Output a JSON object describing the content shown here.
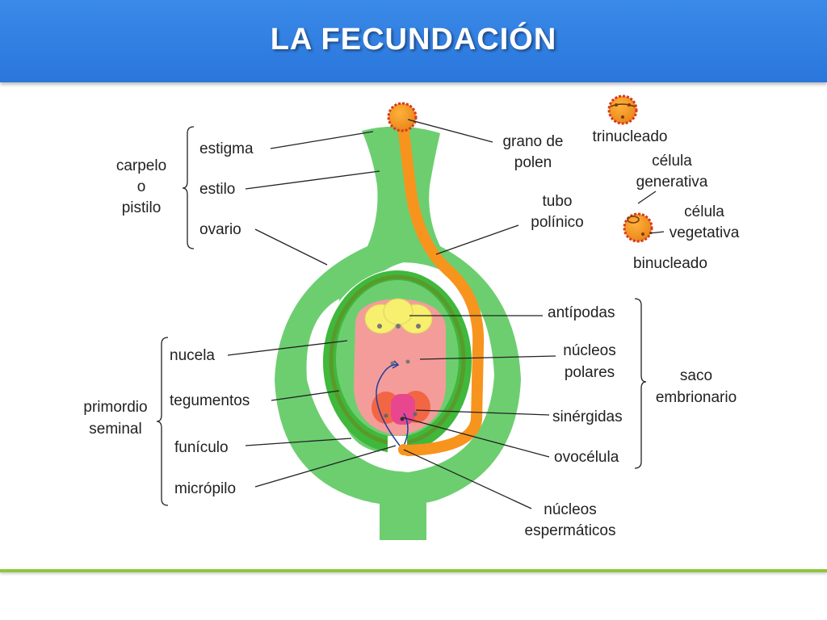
{
  "title": "LA FECUNDACIÓN",
  "labels": {
    "carpelo": [
      "carpelo",
      "o",
      "pistilo"
    ],
    "estigma": "estigma",
    "estilo": "estilo",
    "ovario": "ovario",
    "grano_polen": [
      "grano de",
      "polen"
    ],
    "tubo_polinico": [
      "tubo",
      "polínico"
    ],
    "trinucleado": "trinucleado",
    "celula_generativa": [
      "célula",
      "generativa"
    ],
    "celula_vegetativa": [
      "célula",
      "vegetativa"
    ],
    "binucleado": "binucleado",
    "antipodas": "antípodas",
    "nucleos_polares": [
      "núcleos",
      "polares"
    ],
    "sinergidas": "sinérgidas",
    "ovocelula": "ovocélula",
    "nucleos_espermaticos": [
      "núcleos",
      "espermáticos"
    ],
    "saco_embrionario": [
      "saco",
      "embrionario"
    ],
    "nucela": "nucela",
    "tegumentos": "tegumentos",
    "funiculo": "funículo",
    "micropilo": "micrópilo",
    "primordio_seminal": [
      "primordio",
      "seminal"
    ]
  },
  "colors": {
    "header": "#2a76dc",
    "carpel_green": "#6dce70",
    "integument_dark": "#3faa3c",
    "integument_ring": "#5a9a2a",
    "embryo_sac": "#f49c9a",
    "pollen_tube": "#f7941d",
    "pollen_grain": "#f39a1e",
    "antipodal": "#f7ef6e",
    "synergid": "#f26644",
    "egg_cell": "#e8478f",
    "footer_line": "#8dc63f"
  }
}
